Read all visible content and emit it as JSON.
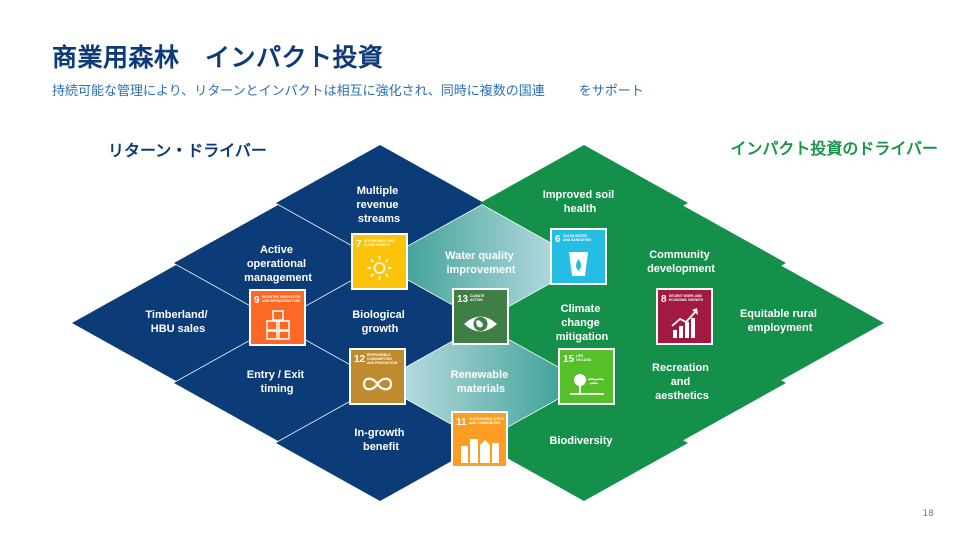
{
  "slide": {
    "title": "商業用森林　インパクト投資",
    "subtitle_part1": "持続可能な管理により、リターンとインパクトは相互に強化され、同時に複数の国連",
    "subtitle_part2": "をサポート",
    "page_number": "18"
  },
  "headings": {
    "left": "リターン・ドライバー",
    "right": "インパクト投資のドライバー"
  },
  "colors": {
    "navy": "#0c3c78",
    "green": "#14904a",
    "teal": "#45a89a"
  },
  "cells": {
    "left_top": [
      "Multiple",
      "revenue",
      "streams"
    ],
    "left_active": [
      "Active",
      "operational",
      "management"
    ],
    "left_timberland": [
      "Timberland/",
      "HBU sales"
    ],
    "left_biological": [
      "Biological",
      "growth"
    ],
    "left_entry": [
      "Entry / Exit",
      "timing"
    ],
    "left_ingrowth": [
      "In-growth",
      "benefit"
    ],
    "center_water": [
      "Water quality",
      "improvement"
    ],
    "center_renewable": [
      "Renewable",
      "materials"
    ],
    "right_soil": [
      "Improved soil",
      "health"
    ],
    "right_community": [
      "Community",
      "development"
    ],
    "right_equitable": [
      "Equitable rural",
      "employment"
    ],
    "right_climate": [
      "Climate",
      "change",
      "mitigation"
    ],
    "right_recreation": [
      "Recreation",
      "and",
      "aesthetics"
    ],
    "right_biodiversity": [
      "Biodiversity"
    ]
  },
  "sdgs": [
    {
      "key": "sdg7",
      "number": "7",
      "caption": [
        "AFFORDABLE AND",
        "CLEAN ENERGY"
      ],
      "color": "#fcc30b",
      "icon": "sun-icon"
    },
    {
      "key": "sdg9",
      "number": "9",
      "caption": [
        "INDUSTRY, INNOVATION",
        "AND INFRASTRUCTURE"
      ],
      "color": "#fd6925",
      "icon": "cubes-icon"
    },
    {
      "key": "sdg12",
      "number": "12",
      "caption": [
        "RESPONSIBLE",
        "CONSUMPTION",
        "AND PRODUCTION"
      ],
      "color": "#bf8b2e",
      "icon": "infinity-icon"
    },
    {
      "key": "sdg13",
      "number": "13",
      "caption": [
        "CLIMATE",
        "ACTION"
      ],
      "color": "#3f7e44",
      "icon": "eye-globe-icon"
    },
    {
      "key": "sdg11",
      "number": "11",
      "caption": [
        "SUSTAINABLE CITIES",
        "AND COMMUNITIES"
      ],
      "color": "#fd9d24",
      "icon": "buildings-icon"
    },
    {
      "key": "sdg6",
      "number": "6",
      "caption": [
        "CLEAN WATER",
        "AND SANITATION"
      ],
      "color": "#26bde2",
      "icon": "water-drop-icon"
    },
    {
      "key": "sdg8",
      "number": "8",
      "caption": [
        "DECENT WORK AND",
        "ECONOMIC GROWTH"
      ],
      "color": "#a21942",
      "icon": "growth-chart-icon"
    },
    {
      "key": "sdg15",
      "number": "15",
      "caption": [
        "LIFE",
        "ON LAND"
      ],
      "color": "#56c02b",
      "icon": "tree-icon"
    }
  ]
}
